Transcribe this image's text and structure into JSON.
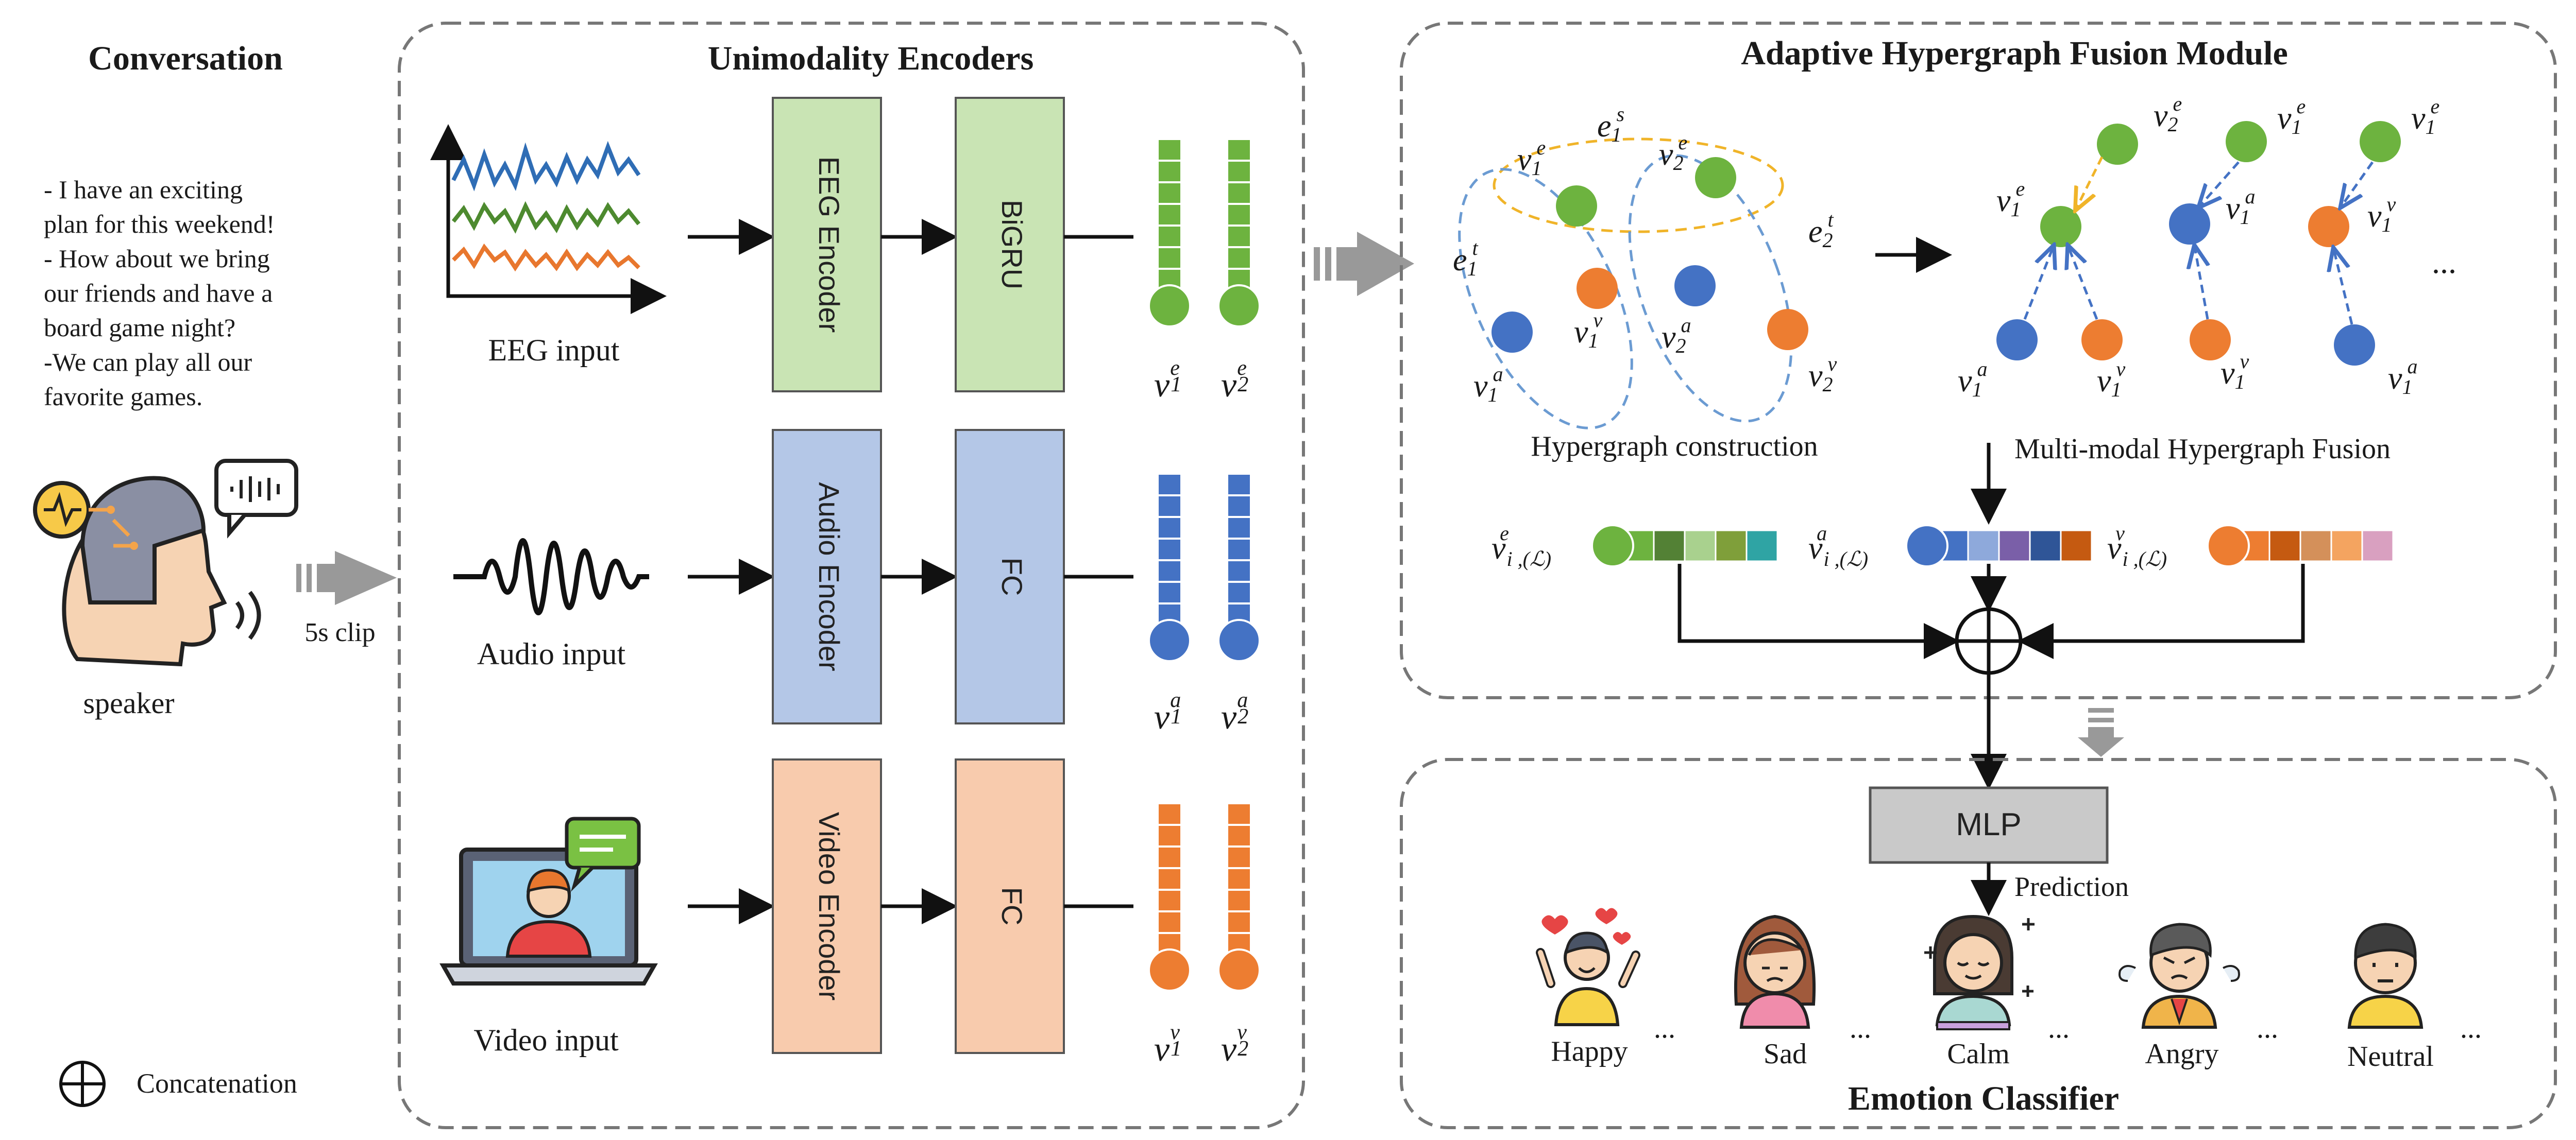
{
  "conversation": {
    "title": "Conversation",
    "lines": [
      "- I have an exciting",
      "plan for this weekend!",
      "- How about we bring",
      "our friends and  have a",
      "board game night?",
      "-We can play all our",
      "favorite games."
    ],
    "speaker_label": "speaker",
    "clip_label": "5s clip"
  },
  "legend": {
    "concatenation_label": "Concatenation"
  },
  "encoders": {
    "title": "Unimodality Encoders",
    "rows": [
      {
        "input_label": "EEG input",
        "encoder_label": "EEG Encoder",
        "head_label": "BiGRU",
        "color": "#c9e4b4",
        "node_color": "#6db33f",
        "v1_sup": "e",
        "v2_sup": "e"
      },
      {
        "input_label": "Audio input",
        "encoder_label": "Audio Encoder",
        "head_label": "FC",
        "color": "#b4c7e7",
        "node_color": "#4472c4",
        "v1_sup": "a",
        "v2_sup": "a"
      },
      {
        "input_label": "Video input",
        "encoder_label": "Video Encoder",
        "head_label": "FC",
        "color": "#f8cbad",
        "node_color": "#ed7d31",
        "v1_sup": "v",
        "v2_sup": "v"
      }
    ]
  },
  "fusion": {
    "title": "Adaptive Hypergraph Fusion Module",
    "construction_label": "Hypergraph construction",
    "fusion_label": "Multi-modal Hypergraph Fusion",
    "ellipsis": "...",
    "fused": [
      {
        "sup": "e",
        "sub": "i ,(ℒ)",
        "colors": [
          "#6db33f",
          "#538135",
          "#a9d18e",
          "#7f9f3a",
          "#2fa4a4"
        ]
      },
      {
        "sup": "a",
        "sub": "i ,(ℒ)",
        "colors": [
          "#4472c4",
          "#8ea9db",
          "#7a5fa8",
          "#2f5597",
          "#c55a11"
        ]
      },
      {
        "sup": "v",
        "sub": "i ,(ℒ)",
        "colors": [
          "#ed7d31",
          "#c55a11",
          "#d4905a",
          "#f4a460",
          "#d9a0c0"
        ]
      }
    ]
  },
  "classifier": {
    "title": "Emotion Classifier",
    "mlp_label": "MLP",
    "prediction_label": "Prediction",
    "emotions": [
      "Happy",
      "Sad",
      "Calm",
      "Angry",
      "Neutral"
    ],
    "ellipsis": "..."
  },
  "colors": {
    "eeg": "#6db33f",
    "audio": "#4472c4",
    "video": "#ed7d31"
  }
}
